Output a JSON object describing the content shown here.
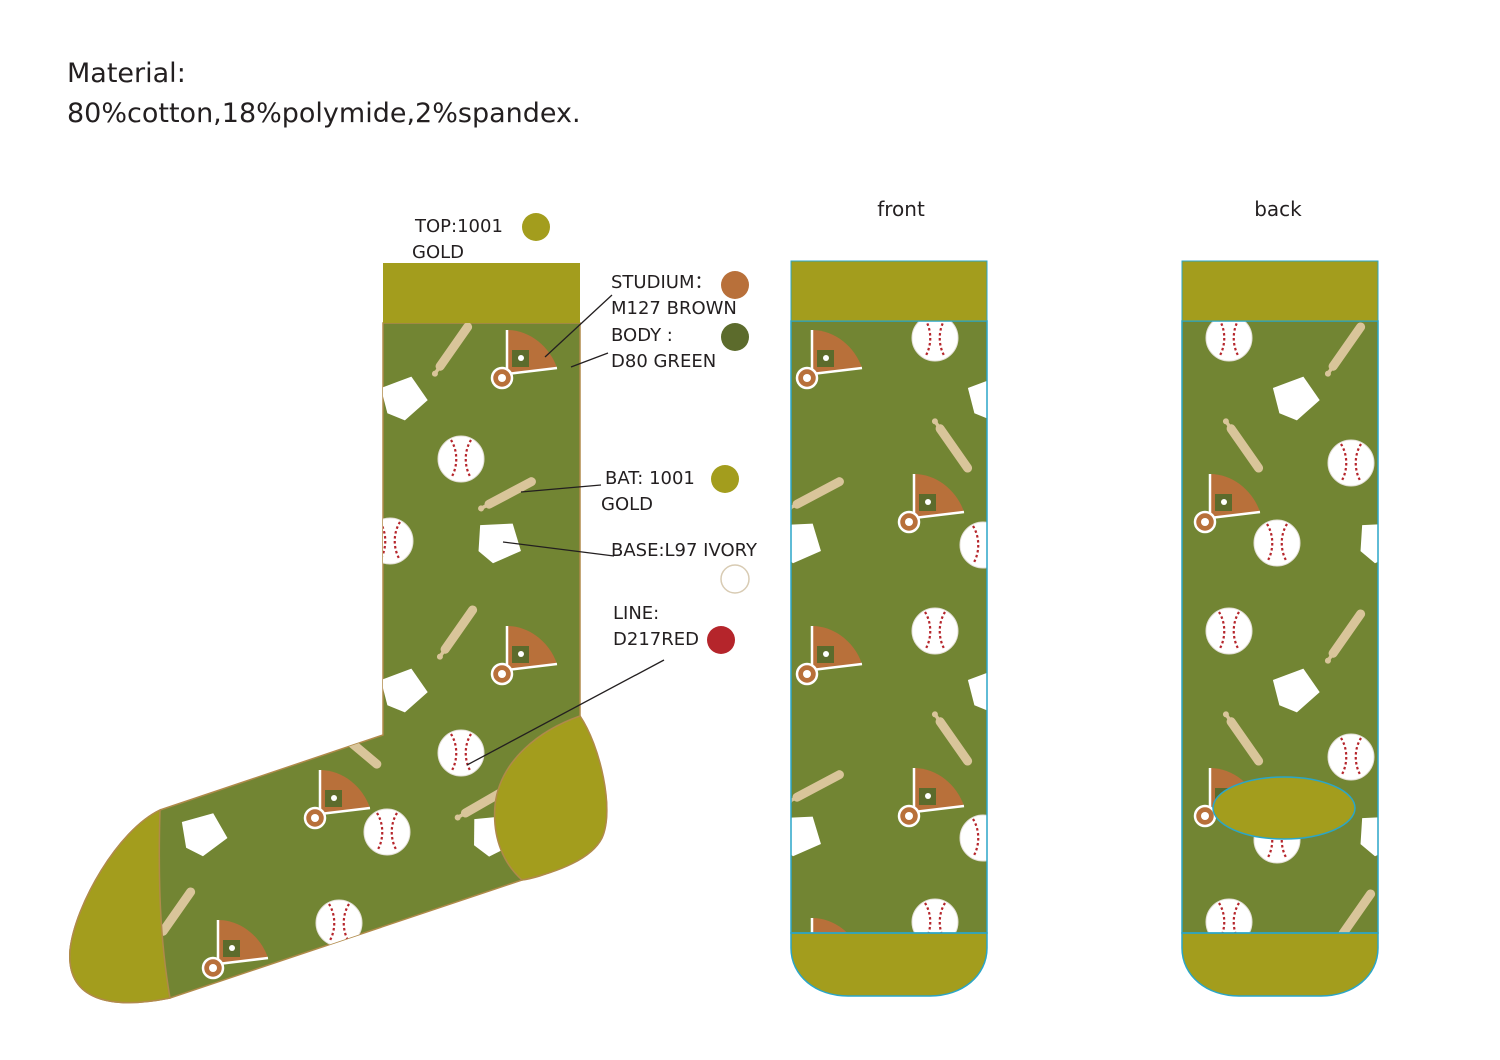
{
  "material": {
    "heading": "Material:",
    "composition": "80%cotton,18%polymide,2%spandex."
  },
  "views": {
    "front": "front",
    "back": "back"
  },
  "callouts": {
    "top": {
      "line1": "TOP:1001",
      "line2": "GOLD",
      "color": "#a39d1d"
    },
    "studium": {
      "line1": "STUDIUM：",
      "line2": "M127 BROWN",
      "color": "#b8703a"
    },
    "body": {
      "line1": "BODY :",
      "line2": "D80 GREEN",
      "color": "#5c6b2c"
    },
    "bat": {
      "line1": "BAT: 1001",
      "line2": "GOLD",
      "color": "#a39d1d"
    },
    "base": {
      "line1": "BASE:L97 IVORY",
      "color": "#ffffff"
    },
    "line": {
      "line1": "LINE:",
      "line2": "D217RED",
      "color": "#b5252b"
    }
  },
  "palette": {
    "body_green": "#728533",
    "gold": "#a39d1d",
    "stadium_brown": "#b8703a",
    "bat_tan": "#d9c59a",
    "ivory": "#ffffff",
    "stitch_red": "#b5252b",
    "outline_blue": "#2aa6c8"
  }
}
